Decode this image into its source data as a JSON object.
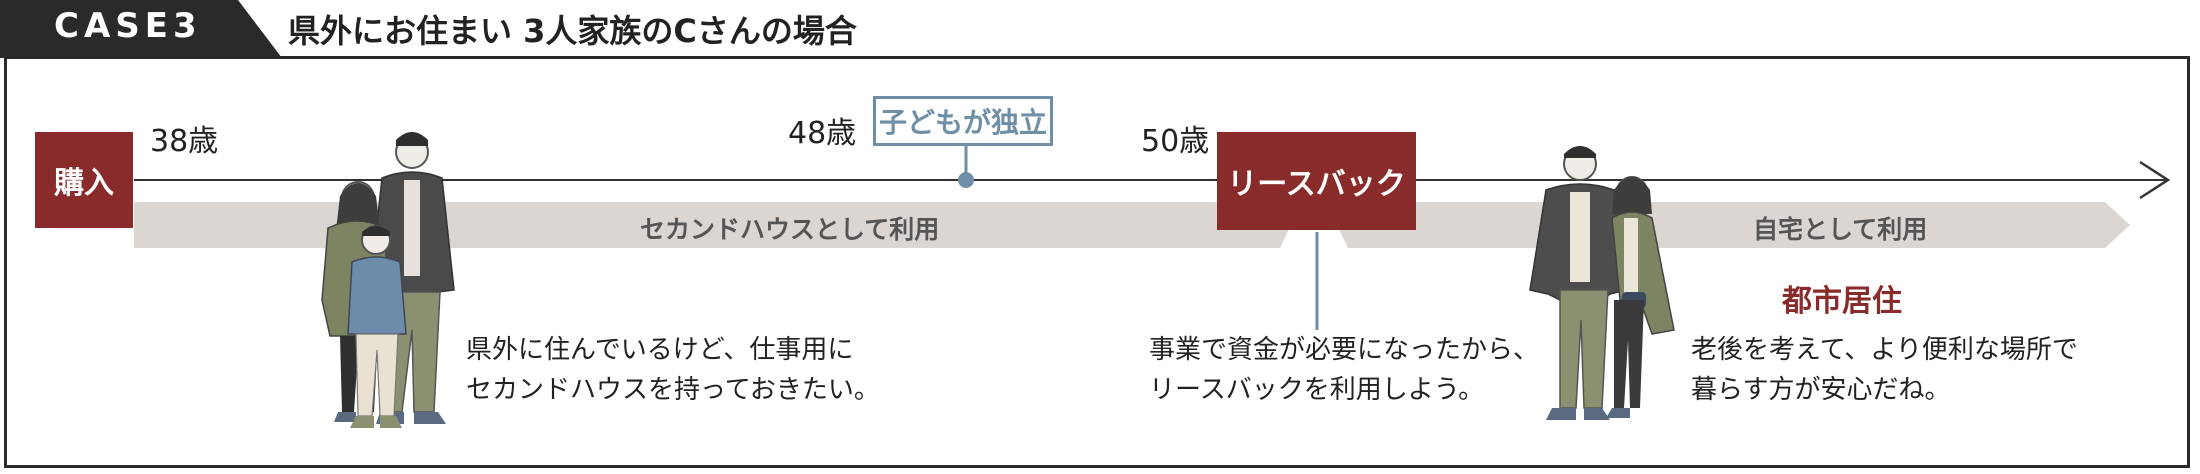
{
  "header": {
    "case_label": "CASE3",
    "title": "県外にお住まい 3人家族のCさんの場合"
  },
  "timeline": {
    "purchase_label": "購入",
    "age_38": "38歳",
    "age_48": "48歳",
    "age_50": "50歳",
    "independence_label": "子どもが独立",
    "leaseback_label": "リースバック",
    "band_second_house": "セカンドハウスとして利用",
    "band_own_home": "自宅として利用",
    "city_living": "都市居住"
  },
  "quotes": {
    "family_line1": "県外に住んでいるけど、仕事用に",
    "family_line2": "セカンドハウスを持っておきたい。",
    "business_line1": "事業で資金が必要になったから、",
    "business_line2": "リースバックを利用しよう。",
    "old_line1": "老後を考えて、より便利な場所で",
    "old_line2": "暮らす方が安心だね。"
  },
  "colors": {
    "accent_red": "#8a2b2b",
    "accent_blue": "#6f8fa6",
    "band_gray": "#dcd6d2",
    "dark": "#2a2a2a"
  }
}
